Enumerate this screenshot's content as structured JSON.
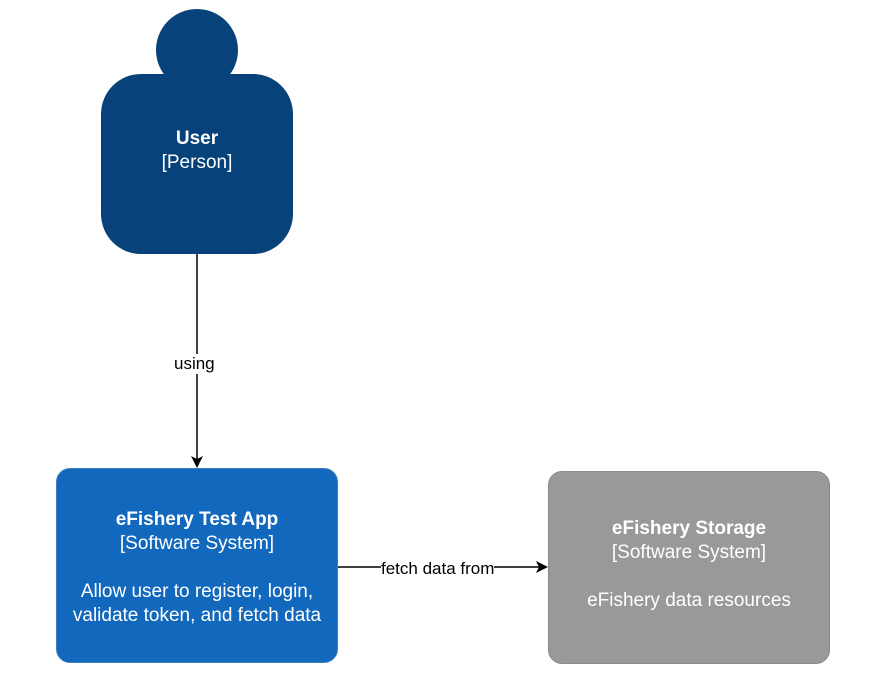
{
  "person": {
    "name": "User",
    "type": "[Person]",
    "color": "#08427b"
  },
  "app": {
    "name": "eFishery Test App",
    "type": "[Software System]",
    "description_line1": "Allow user to register, login,",
    "description_line2": "validate token, and fetch data",
    "color": "#1168bd"
  },
  "storage": {
    "name": "eFishery Storage",
    "type": "[Software System]",
    "description": "eFishery data resources",
    "color": "#999999"
  },
  "edges": [
    {
      "from": "person",
      "to": "app",
      "label": "using"
    },
    {
      "from": "app",
      "to": "storage",
      "label": "fetch data from"
    }
  ]
}
